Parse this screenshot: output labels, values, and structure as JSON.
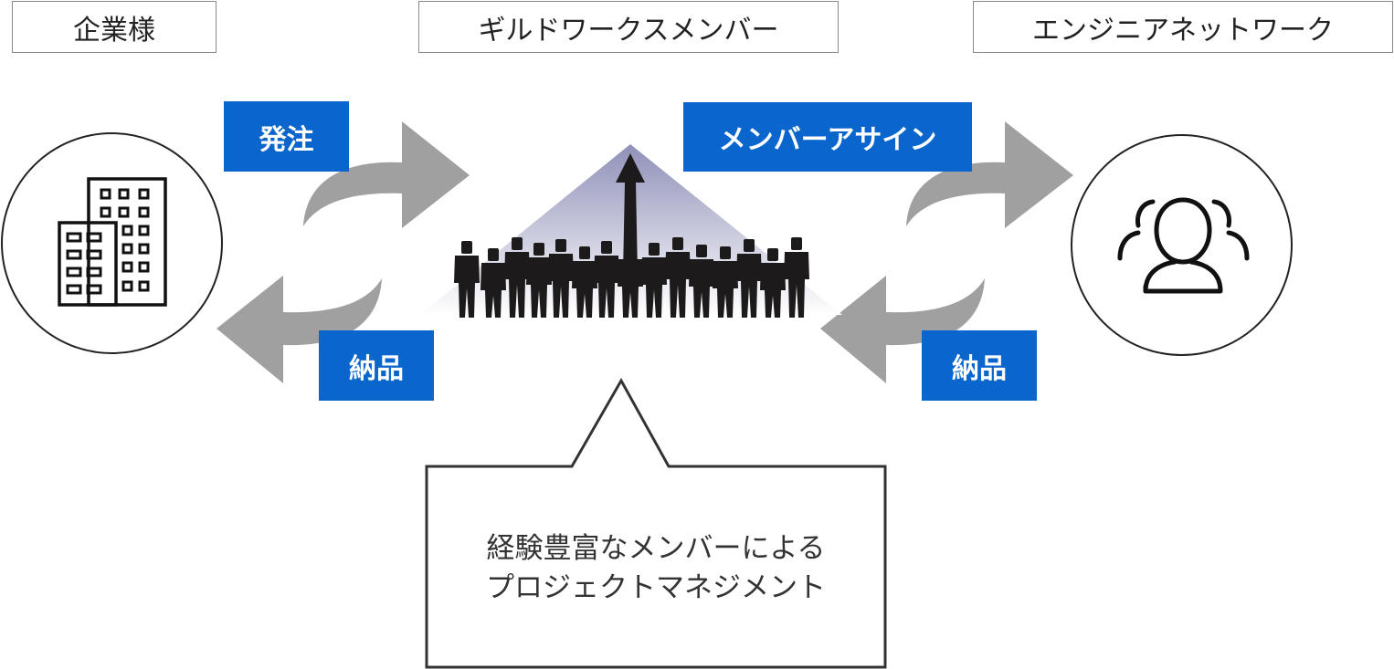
{
  "headers": {
    "company": "企業様",
    "guild": "ギルドワークスメンバー",
    "network": "エンジニアネットワーク"
  },
  "labels": {
    "order": "発注",
    "assign": "メンバーアサイン",
    "delivery_left": "納品",
    "delivery_right": "納品"
  },
  "callout": {
    "line1": "経験豊富なメンバーによる",
    "line2": "プロジェクトマネジメント"
  },
  "icons": {
    "company": "office-building-icon",
    "network": "people-group-icon",
    "team": "team-crowd-icon"
  },
  "colors": {
    "tag_blue": "#0a66cc",
    "arrow_gray": "#a0a0a0",
    "pyramid_top": "#8f90b8",
    "text_dark": "#222222"
  }
}
